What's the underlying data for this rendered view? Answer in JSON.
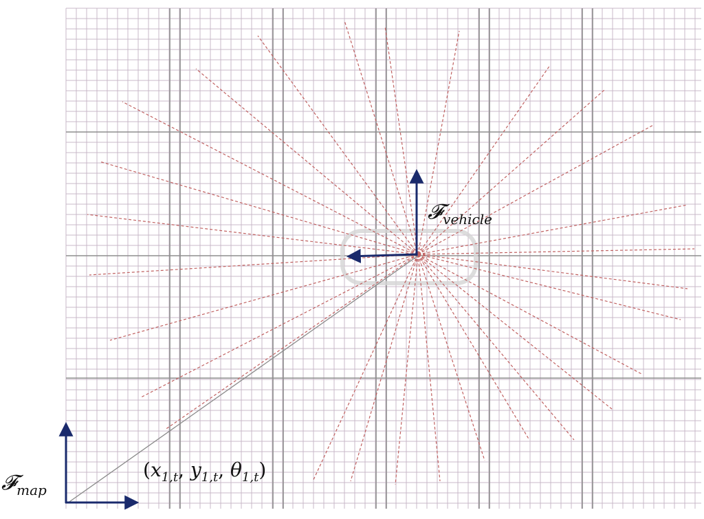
{
  "diagram": {
    "colors": {
      "grid_minor": "#c8b8c8",
      "grid_major": "#8e8e8e",
      "rays": "#c06060",
      "frame_arrows": "#1a2a6c",
      "pose_line": "#8a8a8a",
      "vehicle_body": "#d4d4d4",
      "text": "#111111"
    },
    "frames": {
      "vehicle": {
        "symbol": "𝓕",
        "subscript": "vehicle"
      },
      "map": {
        "symbol": "𝓕",
        "subscript": "map"
      }
    },
    "pose": {
      "open": "(",
      "x": "x",
      "x_sub": "1,t",
      "sep1": ", ",
      "y": "y",
      "y_sub": "1,t",
      "sep2": ", ",
      "theta": "θ",
      "theta_sub": "1,t",
      "close": ")"
    },
    "sensor": {
      "type": "lidar",
      "ray_count": 28
    }
  }
}
